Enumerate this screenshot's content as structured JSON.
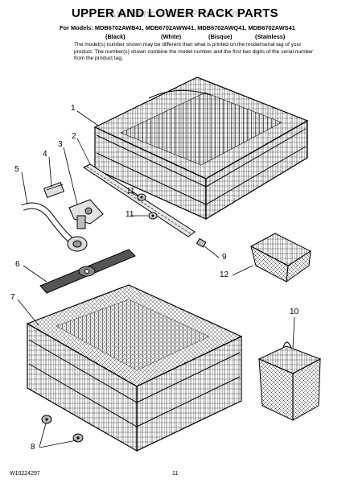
{
  "header": {
    "title": "UPPER AND LOWER RACK PARTS",
    "watermark": "AppliancePartsPros.com",
    "models_line": "For Models: MDB6702AWB41, MDB6702AWW41, MDB6702AWQ41, MDB6702AWS41",
    "colors": [
      "(Black)",
      "(White)",
      "(Bisque)",
      "(Stainless)"
    ],
    "note": "The model(s) number shown may be different than what is printed on the model/serial tag of your product. The number(s) shown combine the model number and the first two digits of the serial number from the product tag."
  },
  "callouts": {
    "c1": "1",
    "c2": "2",
    "c3": "3",
    "c4": "4",
    "c5": "5",
    "c6": "6",
    "c7": "7",
    "c8": "8",
    "c9": "9",
    "c10": "10",
    "c11a": "11",
    "c11b": "11",
    "c12": "12"
  },
  "footer": {
    "doc_number": "W10224297",
    "page_number": "11"
  }
}
